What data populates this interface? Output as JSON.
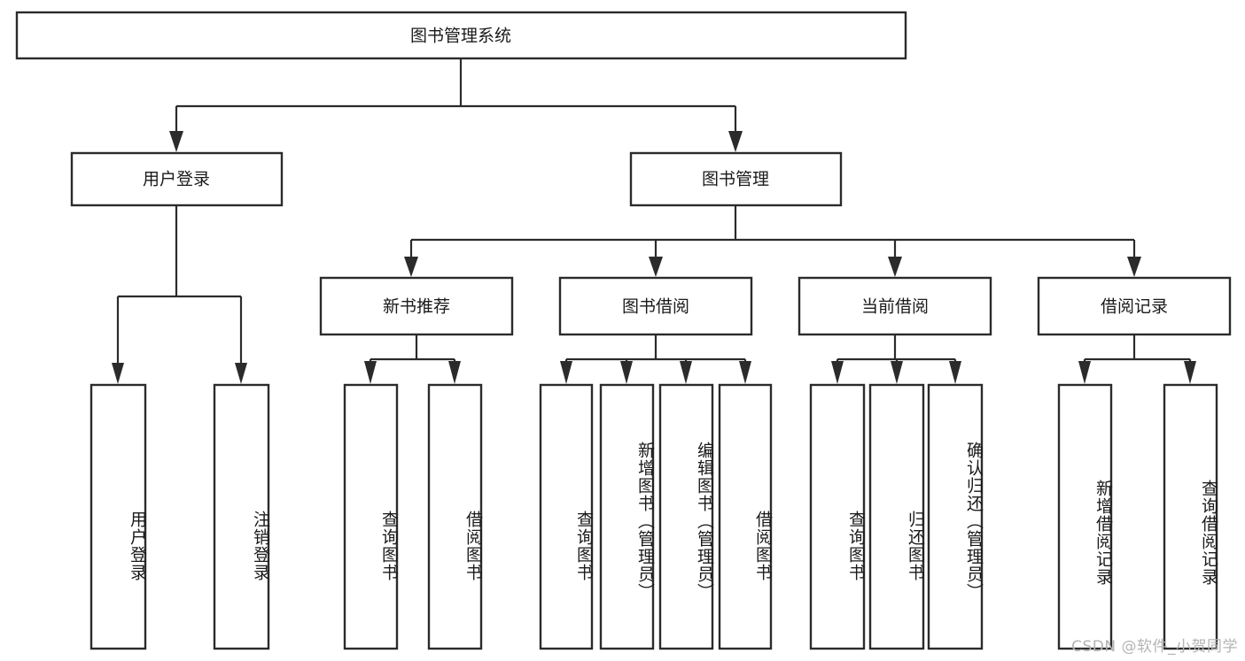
{
  "diagram": {
    "type": "tree-hierarchy",
    "title": "图书管理系统",
    "watermark": "CSDN @软件_小贺同学",
    "colors": {
      "stroke": "#2b2b2b",
      "fill": "#ffffff",
      "text": "#1a1a1a",
      "watermark": "#b4b4b4"
    },
    "levels": {
      "root": {
        "label": "图书管理系统"
      },
      "level1": [
        {
          "label": "用户登录"
        },
        {
          "label": "图书管理"
        }
      ],
      "level2": [
        {
          "label": "新书推荐"
        },
        {
          "label": "图书借阅"
        },
        {
          "label": "当前借阅"
        },
        {
          "label": "借阅记录"
        }
      ]
    },
    "leaves": {
      "user_login": [
        "用户登录",
        "注销登录"
      ],
      "new_book_recommend": [
        "查询图书",
        "借阅图书"
      ],
      "book_borrow": [
        "查询图书",
        "新增图书（管理员）",
        "编辑图书（管理员）",
        "借阅图书"
      ],
      "current_borrow": [
        "查询图书",
        "归还图书",
        "确认归还（管理员）"
      ],
      "borrow_record": [
        "新增借阅记录",
        "查询借阅记录"
      ]
    }
  },
  "nodes": {
    "root": "图书管理系统",
    "l1_user_login": "用户登录",
    "l1_book_manage": "图书管理",
    "l2_new_book": "新书推荐",
    "l2_book_borrow": "图书借阅",
    "l2_current_borrow": "当前借阅",
    "l2_borrow_record": "借阅记录",
    "leaf_user_login": "用户登录",
    "leaf_logout": "注销登录",
    "leaf_nb_query": "查询图书",
    "leaf_nb_borrow": "借阅图书",
    "leaf_bb_query": "查询图书",
    "leaf_bb_add": "新增图书（管理员）",
    "leaf_bb_edit": "编辑图书（管理员）",
    "leaf_bb_borrow": "借阅图书",
    "leaf_cb_query": "查询图书",
    "leaf_cb_return": "归还图书",
    "leaf_cb_confirm": "确认归还（管理员）",
    "leaf_br_add": "新增借阅记录",
    "leaf_br_query": "查询借阅记录"
  },
  "footer": {
    "watermark": "CSDN @软件_小贺同学"
  }
}
